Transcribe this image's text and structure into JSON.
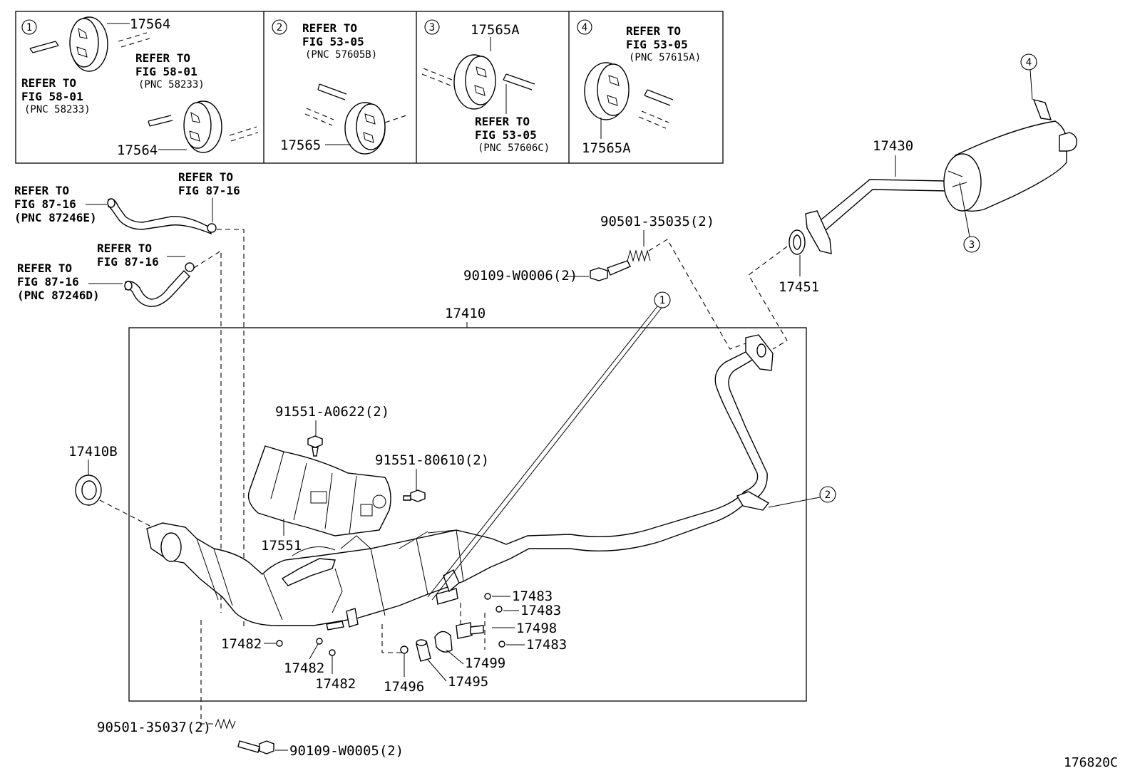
{
  "insets": [
    {
      "num": "1",
      "refer1": "REFER TO",
      "refer2": "FIG 58-01",
      "refer3": "(PNC 58233)",
      "refer1b": "REFER TO",
      "refer2b": "FIG 58-01",
      "refer3b": "(PNC 58233)",
      "part_top": "17564",
      "part_bottom": "17564"
    },
    {
      "num": "2",
      "refer1": "REFER TO",
      "refer2": "FIG 53-05",
      "refer3": "(PNC 57605B)",
      "part": "17565"
    },
    {
      "num": "3",
      "part": "17565A",
      "refer1": "REFER TO",
      "refer2": "FIG 53-05",
      "refer3": "(PNC 57606C)"
    },
    {
      "num": "4",
      "refer1": "REFER TO",
      "refer2": "FIG 53-05",
      "refer3": "(PNC 57615A)",
      "part": "17565A"
    }
  ],
  "refs": {
    "hose_upper": {
      "l1": "REFER TO",
      "l2": "FIG 87-16",
      "l3": "(PNC 87246E)"
    },
    "hose_upper_clip": {
      "l1": "REFER TO",
      "l2": "FIG 87-16"
    },
    "hose_lower_clip": {
      "l1": "REFER TO",
      "l2": "FIG 87-16"
    },
    "hose_lower": {
      "l1": "REFER TO",
      "l2": "FIG 87-16",
      "l3": "(PNC 87246D)"
    }
  },
  "parts": {
    "p17410": "17410",
    "p17410B": "17410B",
    "p17551": "17551",
    "p17430": "17430",
    "p17451": "17451",
    "p17483a": "17483",
    "p17483b": "17483",
    "p17483c": "17483",
    "p17498": "17498",
    "p17499": "17499",
    "p17495": "17495",
    "p17496": "17496",
    "p17482a": "17482",
    "p17482b": "17482",
    "p17482c": "17482",
    "spring_top": "90501-35035(2)",
    "bolt_top": "90109-W0006(2)",
    "bolt_a": "91551-A0622(2)",
    "bolt_b": "91551-80610(2)",
    "spring_bottom": "90501-35037(2)",
    "bolt_bottom": "90109-W0005(2)"
  },
  "callouts": {
    "c1": "1",
    "c2": "2",
    "c3": "3",
    "c4": "4"
  },
  "figure_id": "176820C"
}
